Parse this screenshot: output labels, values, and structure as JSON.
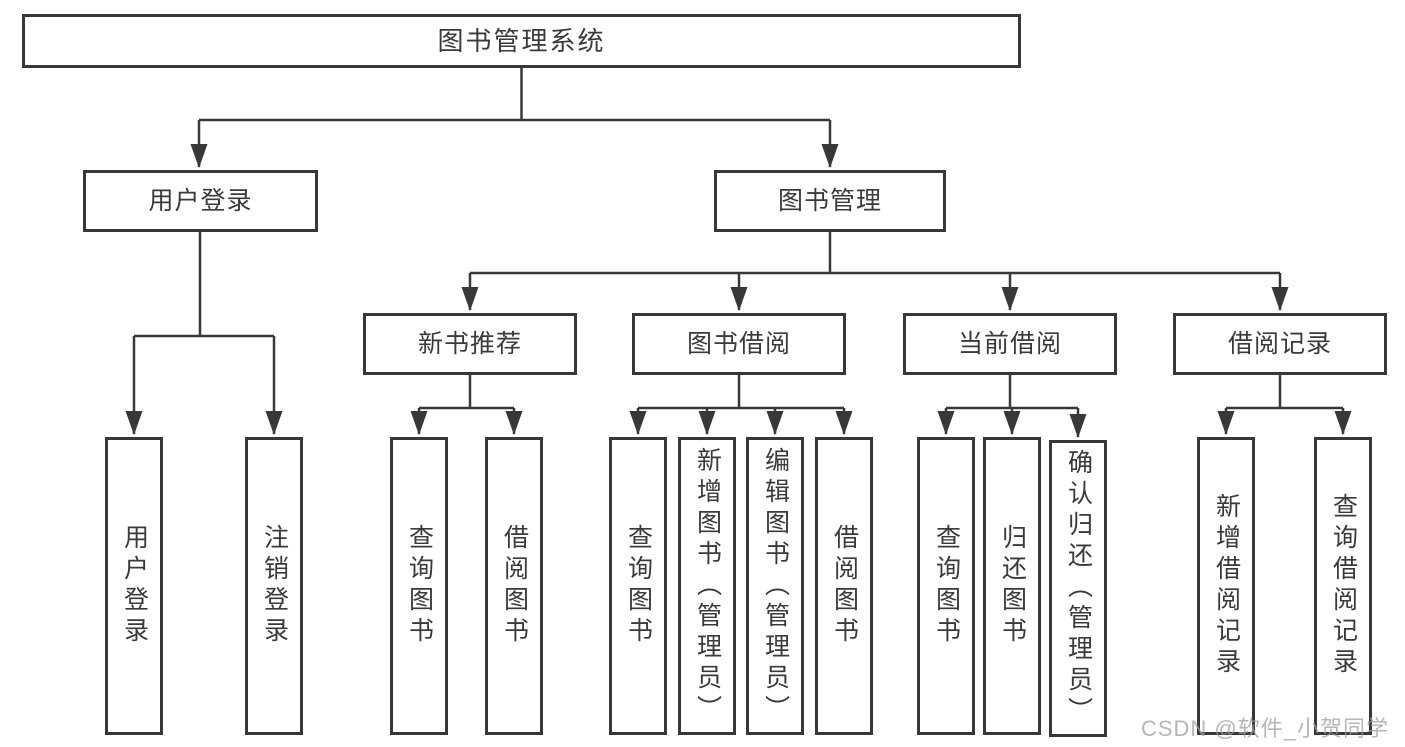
{
  "tree": {
    "root": "图书管理系统",
    "user_branch": {
      "label": "用户登录",
      "leaves": [
        "用户登录",
        "注销登录"
      ]
    },
    "book_branch": {
      "label": "图书管理",
      "modules": [
        {
          "label": "新书推荐",
          "leaves": [
            "查询图书",
            "借阅图书"
          ]
        },
        {
          "label": "图书借阅",
          "leaves": [
            "查询图书",
            "新增图书（管理员）",
            "编辑图书（管理员）",
            "借阅图书"
          ]
        },
        {
          "label": "当前借阅",
          "leaves": [
            "查询图书",
            "归还图书",
            "确认归还（管理员）"
          ]
        },
        {
          "label": "借阅记录",
          "leaves": [
            "新增借阅记录",
            "查询借阅记录"
          ]
        }
      ]
    }
  },
  "watermark": "CSDN @软件_小贺同学",
  "colors": {
    "line": "#383838",
    "box_border": "#383838",
    "text": "#3a3a3a",
    "watermark": "#c3c3c3",
    "background": "#ffffff"
  }
}
